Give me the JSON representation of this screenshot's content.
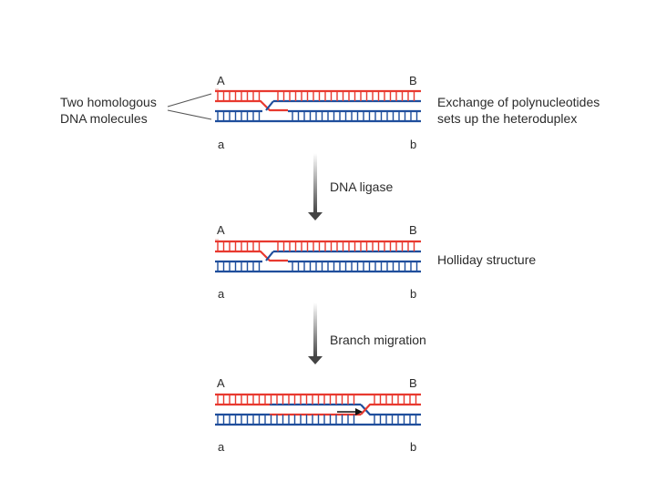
{
  "diagram": {
    "colors": {
      "red": "#e8392f",
      "blue": "#1f4e9c",
      "arrow": "#444444"
    },
    "stages": [
      {
        "ends": {
          "A": "A",
          "B": "B",
          "a": "a",
          "b": "b"
        }
      },
      {
        "ends": {
          "A": "A",
          "B": "B",
          "a": "a",
          "b": "b"
        }
      },
      {
        "ends": {
          "A": "A",
          "B": "B",
          "a": "a",
          "b": "b"
        }
      }
    ],
    "labels": {
      "molecules_line1": "Two homologous",
      "molecules_line2": "DNA molecules",
      "exchange_line1": "Exchange of polynucleotides",
      "exchange_line2": "sets up the heteroduplex",
      "holliday": "Holliday structure"
    },
    "steps": [
      {
        "label": "DNA ligase"
      },
      {
        "label": "Branch migration"
      }
    ]
  }
}
